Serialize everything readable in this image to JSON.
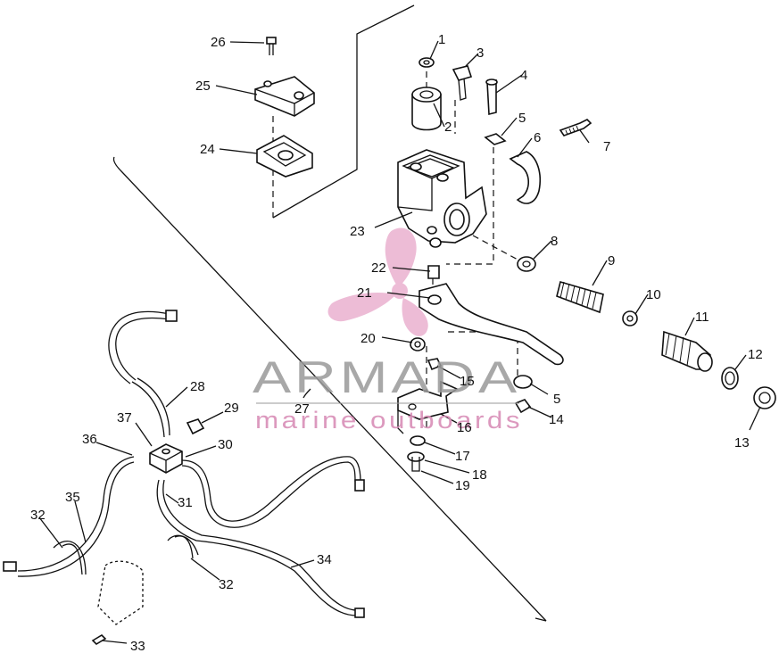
{
  "watermark": {
    "title": "ARMADA",
    "subtitle": "marine outboards",
    "logo_icon": "propeller-icon",
    "logo_color": "#e7a6c9",
    "title_color": "#9a9a9a"
  },
  "parts": [
    {
      "id": "1",
      "label": "1"
    },
    {
      "id": "2",
      "label": "2"
    },
    {
      "id": "3",
      "label": "3"
    },
    {
      "id": "4",
      "label": "4"
    },
    {
      "id": "5a",
      "label": "5"
    },
    {
      "id": "5b",
      "label": "5"
    },
    {
      "id": "6",
      "label": "6"
    },
    {
      "id": "7",
      "label": "7"
    },
    {
      "id": "8",
      "label": "8"
    },
    {
      "id": "9",
      "label": "9"
    },
    {
      "id": "10",
      "label": "10"
    },
    {
      "id": "11",
      "label": "11"
    },
    {
      "id": "12",
      "label": "12"
    },
    {
      "id": "13",
      "label": "13"
    },
    {
      "id": "14",
      "label": "14"
    },
    {
      "id": "15",
      "label": "15"
    },
    {
      "id": "16",
      "label": "16"
    },
    {
      "id": "17",
      "label": "17"
    },
    {
      "id": "18",
      "label": "18"
    },
    {
      "id": "19",
      "label": "19"
    },
    {
      "id": "20",
      "label": "20"
    },
    {
      "id": "21",
      "label": "21"
    },
    {
      "id": "22",
      "label": "22"
    },
    {
      "id": "23",
      "label": "23"
    },
    {
      "id": "24",
      "label": "24"
    },
    {
      "id": "25",
      "label": "25"
    },
    {
      "id": "26",
      "label": "26"
    },
    {
      "id": "27",
      "label": "27"
    },
    {
      "id": "28",
      "label": "28"
    },
    {
      "id": "29",
      "label": "29"
    },
    {
      "id": "30",
      "label": "30"
    },
    {
      "id": "31",
      "label": "31"
    },
    {
      "id": "32a",
      "label": "32"
    },
    {
      "id": "32b",
      "label": "32"
    },
    {
      "id": "33",
      "label": "33"
    },
    {
      "id": "34",
      "label": "34"
    },
    {
      "id": "35",
      "label": "35"
    },
    {
      "id": "36",
      "label": "36"
    },
    {
      "id": "37",
      "label": "37"
    }
  ]
}
